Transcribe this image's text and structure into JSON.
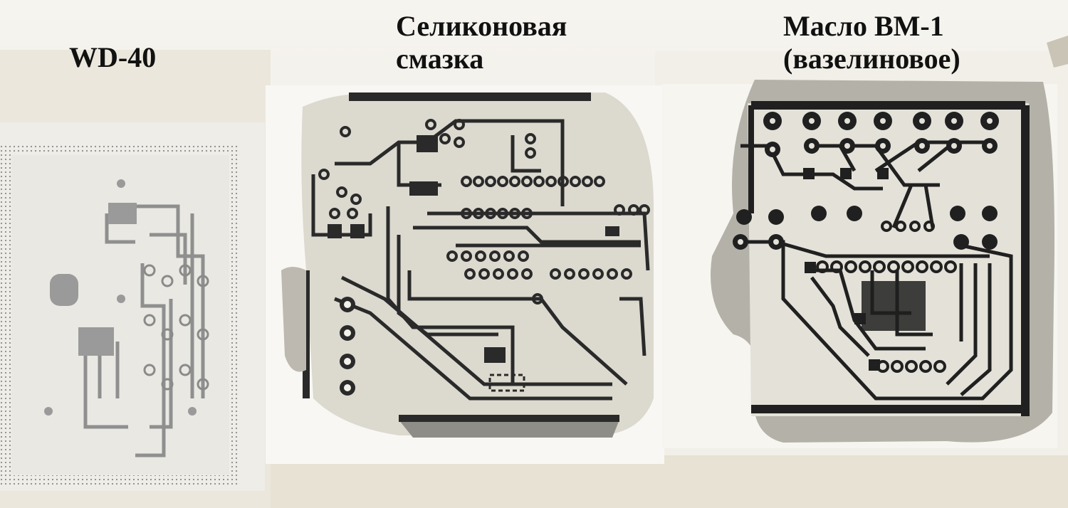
{
  "labels": {
    "wd40": "WD-40",
    "silicone_line1": "Селиконовая",
    "silicone_line2": "смазка",
    "oil_line1": "Масло ВМ-1",
    "oil_line2": "(вазелиновое)"
  },
  "colors": {
    "background": "#efece4",
    "paper": "#f7f6f1",
    "trace_dark": "#2a2a2a",
    "trace_faint": "#8c8c8c",
    "oil_stain": "#c9c5bc"
  }
}
